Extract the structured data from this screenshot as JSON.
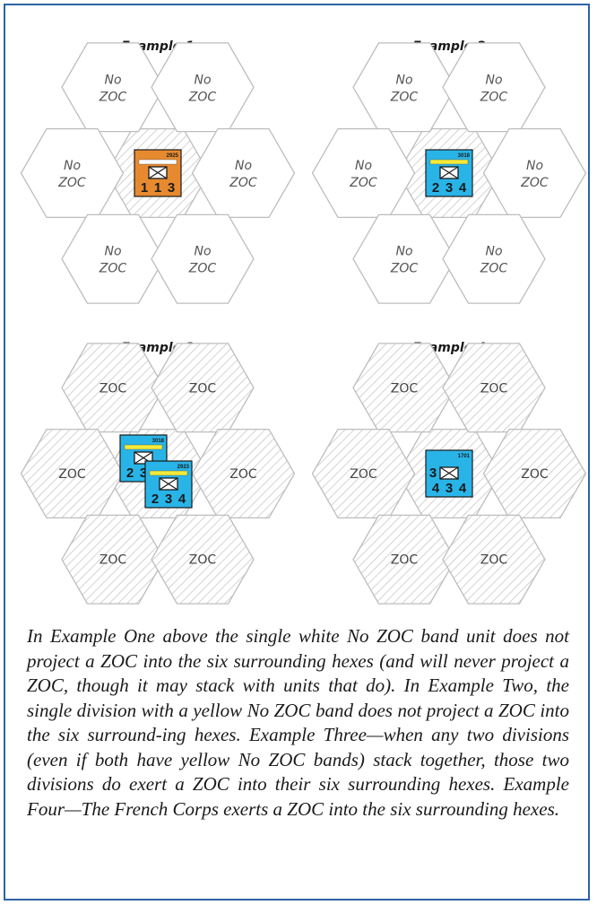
{
  "examples": [
    {
      "title": "Example 1",
      "hex_labels": [
        "No\nZOC",
        "No\nZOC",
        "No\nZOC",
        "No\nZOC",
        "No\nZOC",
        "No\nZOC"
      ],
      "units": [
        {
          "id": "2925",
          "band": "white",
          "color": "#e78a2f",
          "left": "",
          "factors": [
            "1",
            "1",
            "3"
          ]
        }
      ]
    },
    {
      "title": "Example 2",
      "hex_labels": [
        "No\nZOC",
        "No\nZOC",
        "No\nZOC",
        "No\nZOC",
        "No\nZOC",
        "No\nZOC"
      ],
      "units": [
        {
          "id": "3018",
          "band": "yellow",
          "color": "#29b4e8",
          "left": "",
          "factors": [
            "2",
            "3",
            "4"
          ]
        }
      ]
    },
    {
      "title": "Example 3",
      "hex_labels": [
        "ZOC",
        "ZOC",
        "ZOC",
        "ZOC",
        "ZOC",
        "ZOC"
      ],
      "units": [
        {
          "id": "3018",
          "band": "yellow",
          "color": "#29b4e8",
          "left": "",
          "factors": [
            "2",
            "3",
            "4"
          ]
        },
        {
          "id": "2923",
          "band": "yellow",
          "color": "#29b4e8",
          "left": "",
          "factors": [
            "2",
            "3",
            "4"
          ]
        }
      ]
    },
    {
      "title": "Example 4",
      "hex_labels": [
        "ZOC",
        "ZOC",
        "ZOC",
        "ZOC",
        "ZOC",
        "ZOC"
      ],
      "units": [
        {
          "id": "1701",
          "band": "none",
          "color": "#29b4e8",
          "left": "3",
          "factors": [
            "4",
            "3",
            "4"
          ]
        }
      ]
    }
  ],
  "caption": "In Example One above the single white No ZOC band unit does not project a ZOC into the six surrounding hexes (and will never project a ZOC, though it may stack with units that do). In Example Two, the single division with a yellow No ZOC band does not project a ZOC into the six surround-ing hexes. Example Three—when any two divisions (even if both have yellow No ZOC bands) stack together, those two divisions do exert a ZOC into their six surrounding hexes. Example Four—The French Corps exerts a ZOC into the six surrounding hexes.",
  "colors": {
    "border": "#2e62a4",
    "hex_stroke": "#bdbdbd",
    "hatch": "#c8c8c8",
    "yellow_band": "#f2ea3a",
    "white_band": "#ffffff",
    "orange_unit": "#e78a2f",
    "blue_unit": "#29b4e8"
  },
  "icons": [
    "infantry-division-symbol",
    "corps-symbol"
  ]
}
